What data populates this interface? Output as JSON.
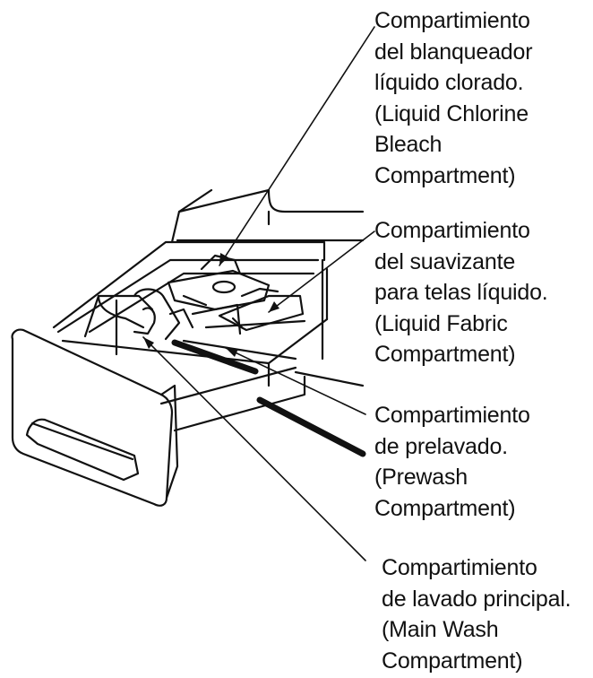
{
  "diagram": {
    "colors": {
      "ink": "#111111",
      "background": "#ffffff"
    },
    "labels": {
      "bleach": {
        "lines": [
          "Compartimiento",
          "del blanqueador",
          "líquido clorado.",
          "(Liquid Chlorine",
          "Bleach",
          "Compartment)"
        ]
      },
      "fabric": {
        "lines": [
          "Compartimiento",
          "del suavizante",
          "para telas líquido.",
          "(Liquid Fabric",
          "Compartment)"
        ]
      },
      "prewash": {
        "lines": [
          "Compartimiento",
          "de prelavado.",
          "(Prewash",
          "Compartment)"
        ]
      },
      "main": {
        "lines": [
          "Compartimiento",
          "de lavado principal.",
          "(Main Wash",
          "Compartment)"
        ]
      }
    }
  }
}
